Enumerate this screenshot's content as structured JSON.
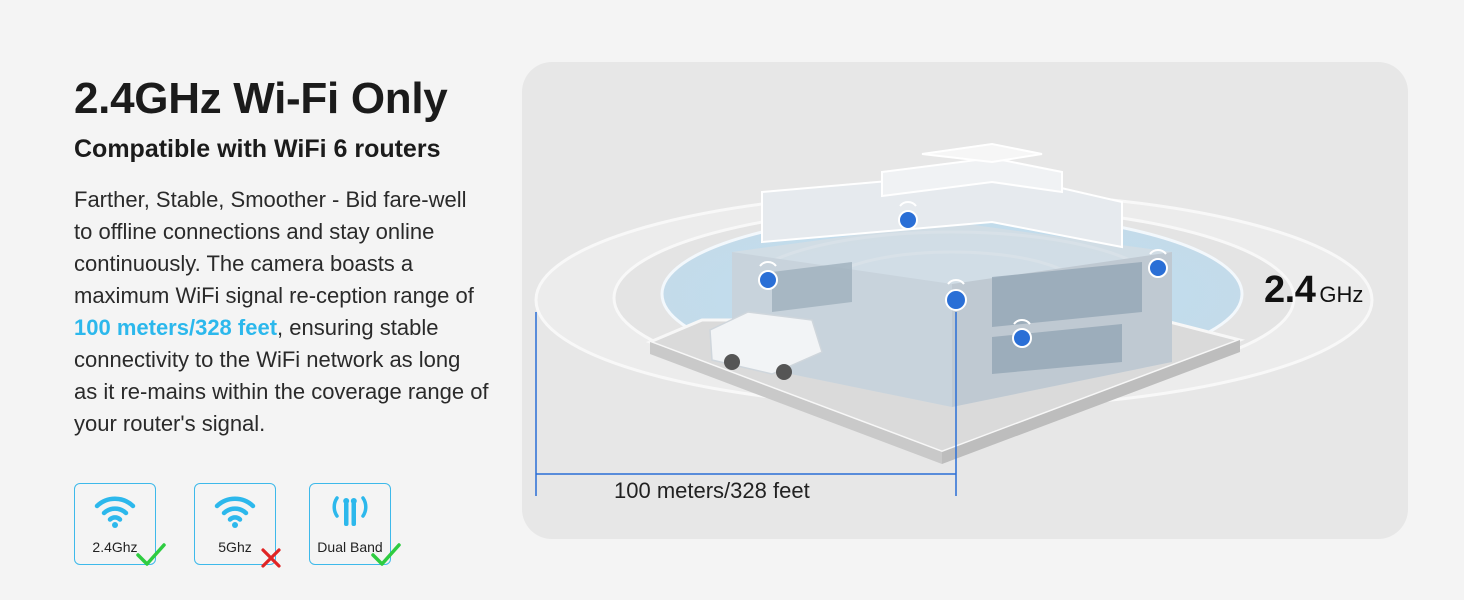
{
  "heading": {
    "title": "2.4GHz Wi-Fi Only",
    "subtitle": "Compatible with WiFi 6 routers"
  },
  "description": {
    "text_before": "Farther, Stable, Smoother - Bid fare-well to offline connections and stay online continuously. The camera boasts a maximum WiFi signal re-ception range of ",
    "highlight": "100 meters/328 feet",
    "text_after": ", ensuring stable connectivity to the WiFi network as long as it re-mains within the coverage range of your router's signal."
  },
  "badges": [
    {
      "label": "2.4Ghz",
      "icon": "wifi-icon",
      "status": "supported"
    },
    {
      "label": "5Ghz",
      "icon": "wifi-icon",
      "status": "unsupported"
    },
    {
      "label": "Dual Band",
      "icon": "antenna-icon",
      "status": "supported"
    }
  ],
  "diagram": {
    "frequency_value": "2.4",
    "frequency_unit": "GHz",
    "range_label": "100 meters/328 feet"
  },
  "colors": {
    "accent": "#2cb8ec",
    "check": "#2ecc40",
    "cross": "#e02424",
    "signal": "#a9d4ef"
  }
}
